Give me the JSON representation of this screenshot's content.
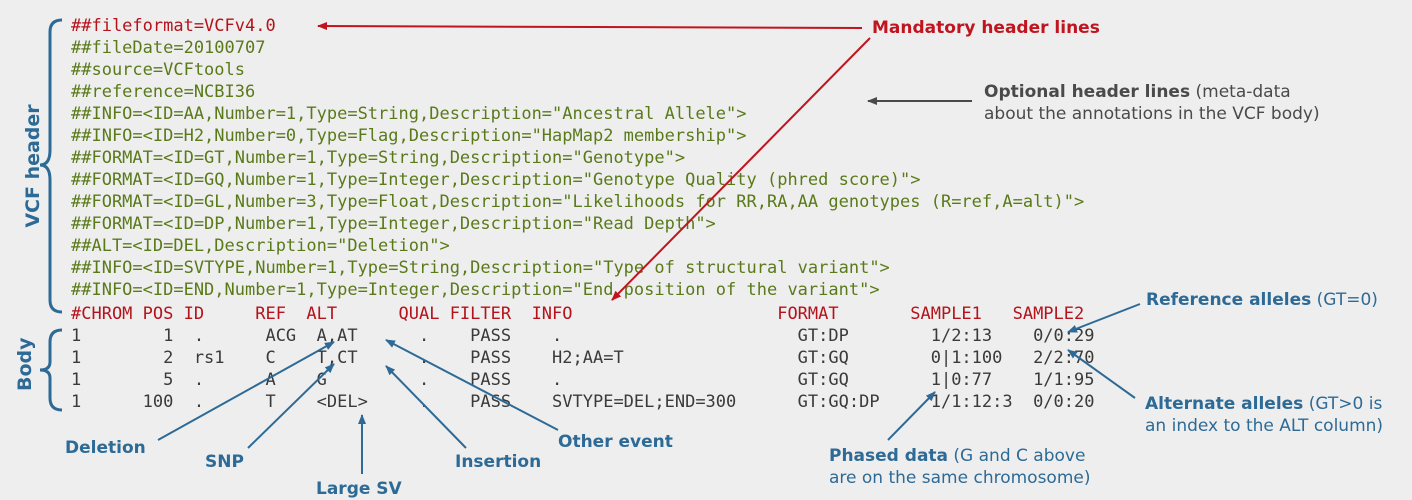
{
  "header_lines": [
    "##fileformat=VCFv4.0",
    "##fileDate=20100707",
    "##source=VCFtools",
    "##reference=NCBI36",
    "##INFO=<ID=AA,Number=1,Type=String,Description=\"Ancestral Allele\">",
    "##INFO=<ID=H2,Number=0,Type=Flag,Description=\"HapMap2 membership\">",
    "##FORMAT=<ID=GT,Number=1,Type=String,Description=\"Genotype\">",
    "##FORMAT=<ID=GQ,Number=1,Type=Integer,Description=\"Genotype Quality (phred score)\">",
    "##FORMAT=<ID=GL,Number=3,Type=Float,Description=\"Likelihoods for RR,RA,AA genotypes (R=ref,A=alt)\">",
    "##FORMAT=<ID=DP,Number=1,Type=Integer,Description=\"Read Depth\">",
    "##ALT=<ID=DEL,Description=\"Deletion\">",
    "##INFO=<ID=SVTYPE,Number=1,Type=String,Description=\"Type of structural variant\">",
    "##INFO=<ID=END,Number=1,Type=Integer,Description=\"End position of the variant\">"
  ],
  "column_header": "#CHROM POS ID     REF  ALT      QUAL FILTER  INFO                    FORMAT       SAMPLE1   SAMPLE2",
  "body_rows": [
    "1        1  .      ACG  A,AT      .    PASS    .                       GT:DP        1/2:13    0/0:29",
    "1        2  rs1    C    T,CT      .    PASS    H2;AA=T                 GT:GQ        0|1:100   2/2:70",
    "1        5  .      A    G         .    PASS    .                       GT:GQ        1|0:77    1/1:95",
    "1      100  .      T    <DEL>     .    PASS    SVTYPE=DEL;END=300      GT:GQ:DP     1/1:12:3  0/0:20"
  ],
  "side_labels": {
    "header": "VCF header",
    "body": "Body"
  },
  "annotations": {
    "mandatory": "Mandatory header lines",
    "optional_bold": "Optional header lines",
    "optional_rest_1": " (meta-data",
    "optional_rest_2": "about the annotations in the VCF body)",
    "reference_bold": "Reference alleles",
    "reference_rest": " (GT=0)",
    "alternate_bold": "Alternate alleles",
    "alternate_rest_1": " (GT>0 is",
    "alternate_rest_2": "an index to the ALT column)",
    "phased_bold": "Phased data",
    "phased_rest_1": " (G and C above",
    "phased_rest_2": "are on the same chromosome)",
    "deletion": "Deletion",
    "snp": "SNP",
    "large_sv": "Large SV",
    "insertion": "Insertion",
    "other_event": "Other event"
  },
  "colors": {
    "red": "#c0141e",
    "blue": "#2d6a96",
    "green": "#5a7a1a",
    "dark": "#4a4a4a",
    "background": "#eeeeee"
  }
}
